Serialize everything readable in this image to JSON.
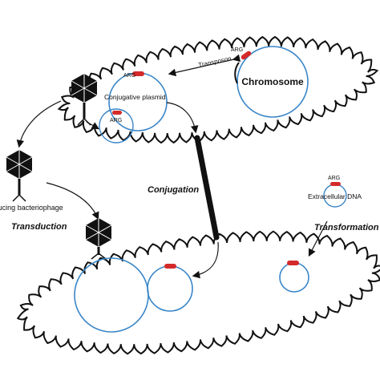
{
  "labels": {
    "transposon": "Transposon",
    "arg": "ARG",
    "chromosome": "Chromosome",
    "conjugative_plasmid": "Conjugative plasmid",
    "conjugation": "Conjugation",
    "transducing_bacteriophage": "Transducing bacteriophage",
    "transduction": "Transduction",
    "extracellular_dna": "Extracellular DNA",
    "transformation": "Transformation"
  },
  "colors": {
    "membrane": "#111111",
    "dna": "#3a86c8",
    "gene": "#d42a2a",
    "pilus": "#111111"
  }
}
